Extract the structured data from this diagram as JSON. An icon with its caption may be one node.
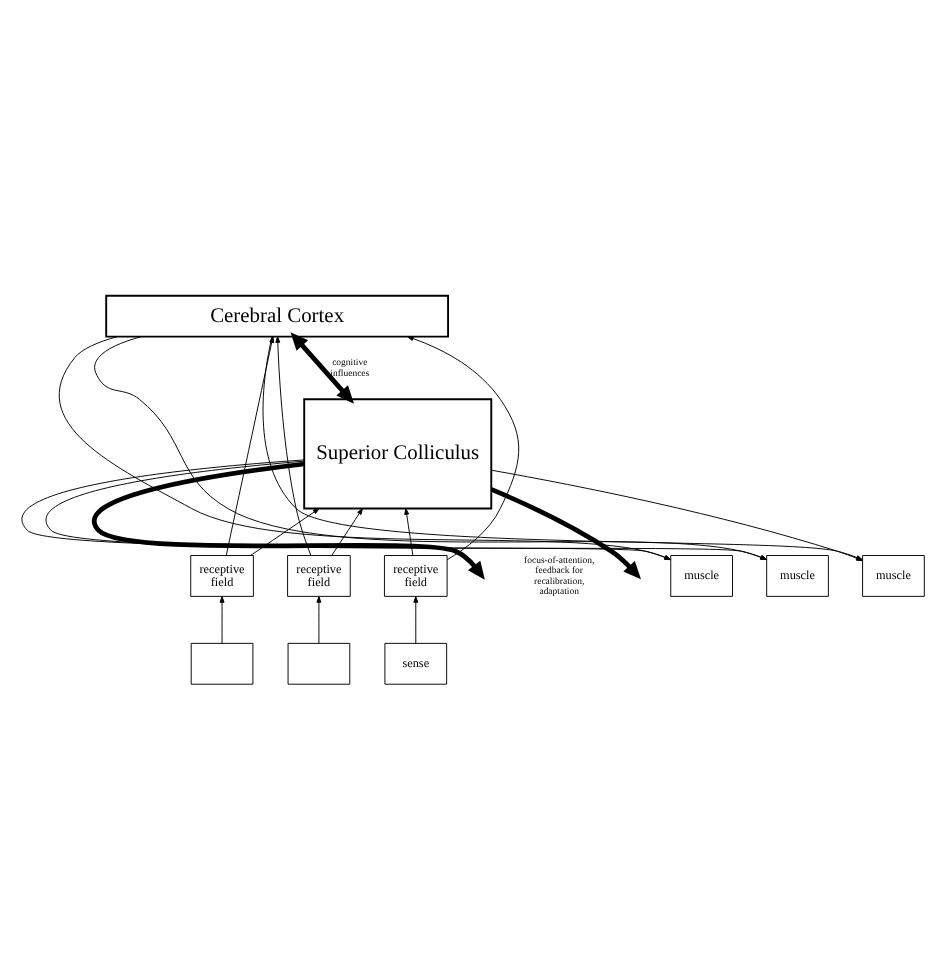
{
  "diagram": {
    "nodes": [
      {
        "text": [
          "Cerebral Cortex"
        ]
      },
      {
        "text": [
          "Superior Colliculus"
        ]
      },
      {
        "text": [
          "receptive field"
        ]
      },
      {
        "text": [
          "receptive field"
        ]
      },
      {
        "text": [
          "receptive field"
        ]
      },
      {
        "text": [],
        "shape": "box"
      },
      {
        "text": [],
        "shape": "box"
      },
      {
        "text": [
          "sense"
        ]
      },
      {
        "text": [
          "muscle"
        ]
      },
      {
        "text": [
          "muscle"
        ]
      },
      {
        "text": [
          "muscle"
        ]
      }
    ],
    "edges": [
      {
        "from": 0,
        "to": 1,
        "arrow": "both",
        "label": "cognitive influences",
        "style": "thick"
      },
      {
        "from": 2,
        "to": 0,
        "arrow": "to"
      },
      {
        "from": 3,
        "to": 0,
        "arrow": "to"
      },
      {
        "from": 4,
        "to": 0,
        "arrow": "to"
      },
      {
        "from": 2,
        "to": 1,
        "arrow": "to"
      },
      {
        "from": 3,
        "to": 1,
        "arrow": "to"
      },
      {
        "from": 4,
        "to": 1,
        "arrow": "to"
      },
      {
        "from": 1,
        "to": 8,
        "arrow": "to"
      },
      {
        "from": 1,
        "to": 9,
        "arrow": "to"
      },
      {
        "from": 1,
        "to": 10,
        "arrow": "to"
      },
      {
        "from": 0,
        "to": 8,
        "arrow": "to"
      },
      {
        "from": 0,
        "to": 9,
        "arrow": "to"
      },
      {
        "from": 0,
        "to": 10,
        "arrow": "to"
      },
      {
        "from": 5,
        "to": 2,
        "arrow": "to"
      },
      {
        "from": 6,
        "to": 3,
        "arrow": "to"
      },
      {
        "from": 7,
        "to": 4,
        "arrow": "to"
      },
      {
        "from": 1,
        "to": null,
        "arrow": "to",
        "style": "thick"
      },
      {
        "from": 1,
        "to": null,
        "arrow": "to",
        "style": "thick"
      }
    ],
    "labels": [
      "focus-of-attention, feedback for recalibration, adaptation"
    ]
  }
}
